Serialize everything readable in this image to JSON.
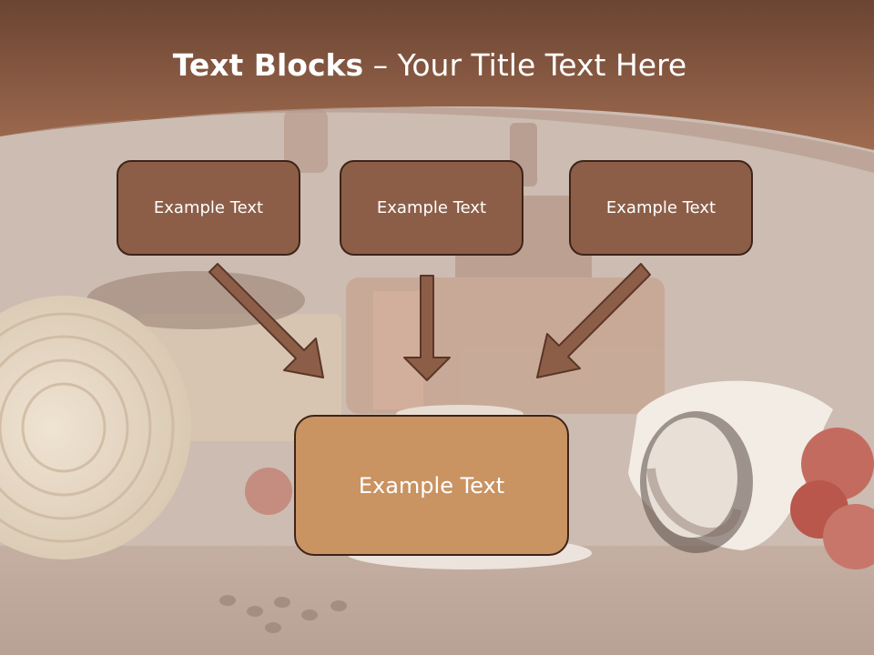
{
  "slide": {
    "title_bold": "Text Blocks",
    "title_dash": "–",
    "title_rest": "Your Title Text Here"
  },
  "boxes": [
    {
      "text": "Example Text"
    },
    {
      "text": "Example Text"
    },
    {
      "text": "Example Text"
    }
  ],
  "main_box": {
    "text": "Example Text"
  },
  "colors": {
    "header_top": "#6b4433",
    "header_bottom": "#9c6a4e",
    "small_box_fill": "#8c5e48",
    "main_box_fill": "#c99362",
    "box_border": "#3d2418",
    "arrow": "#8c5e48",
    "background": "#ccbcb2"
  },
  "icons": [
    "arrow-down-right-icon",
    "arrow-down-icon",
    "arrow-down-left-icon"
  ]
}
